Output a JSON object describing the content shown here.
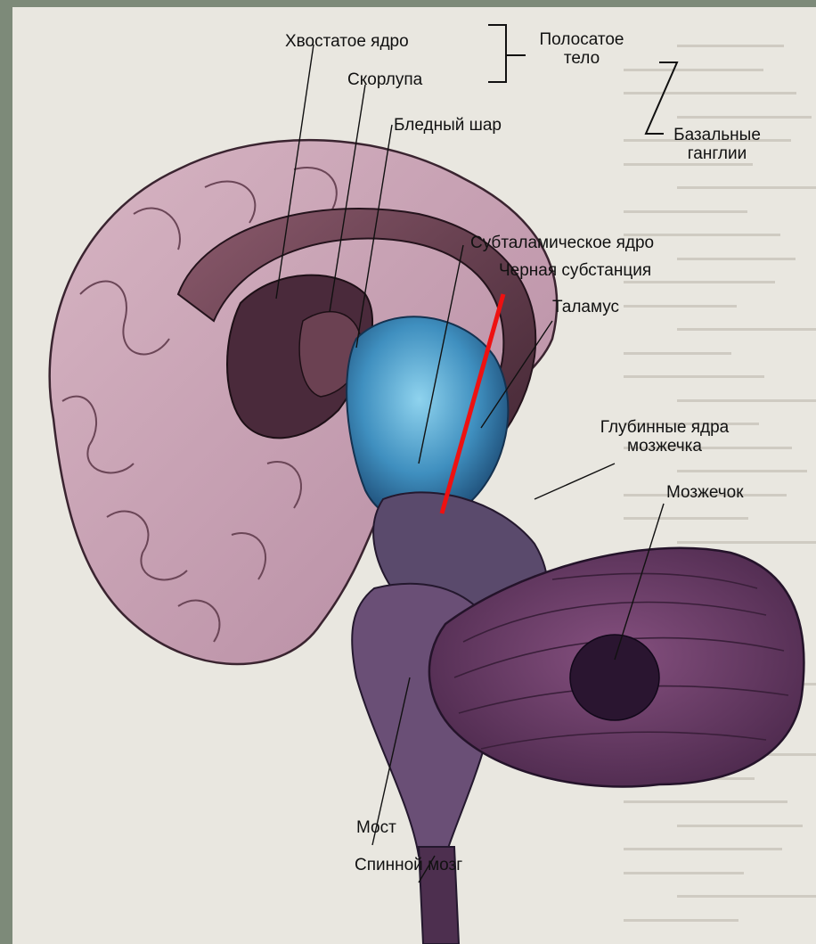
{
  "labels": {
    "caudate": "Хвостатое ядро",
    "striatum_line1": "Полосатое",
    "striatum_line2": "тело",
    "putamen": "Скорлупа",
    "globus_pallidus": "Бледный шар",
    "basal_ganglia_line1": "Базальные",
    "basal_ganglia_line2": "ганглии",
    "subthalamic": "Субталамическое ядро",
    "substantia_nigra": "Черная субстанция",
    "thalamus": "Таламус",
    "deep_nuclei_line1": "Глубинные ядра",
    "deep_nuclei_line2": "мозжечка",
    "cerebellum": "Мозжечок",
    "pons": "Мост",
    "spinal_cord": "Спинной мозг"
  },
  "colors": {
    "pointer_red": "#ee1111",
    "cortex": "#c9a2b3",
    "cerebellum": "#6d3f6a",
    "thalamus": "#4aa0c8",
    "basal": "#7b4b5e",
    "paper": "#e8e6df"
  }
}
